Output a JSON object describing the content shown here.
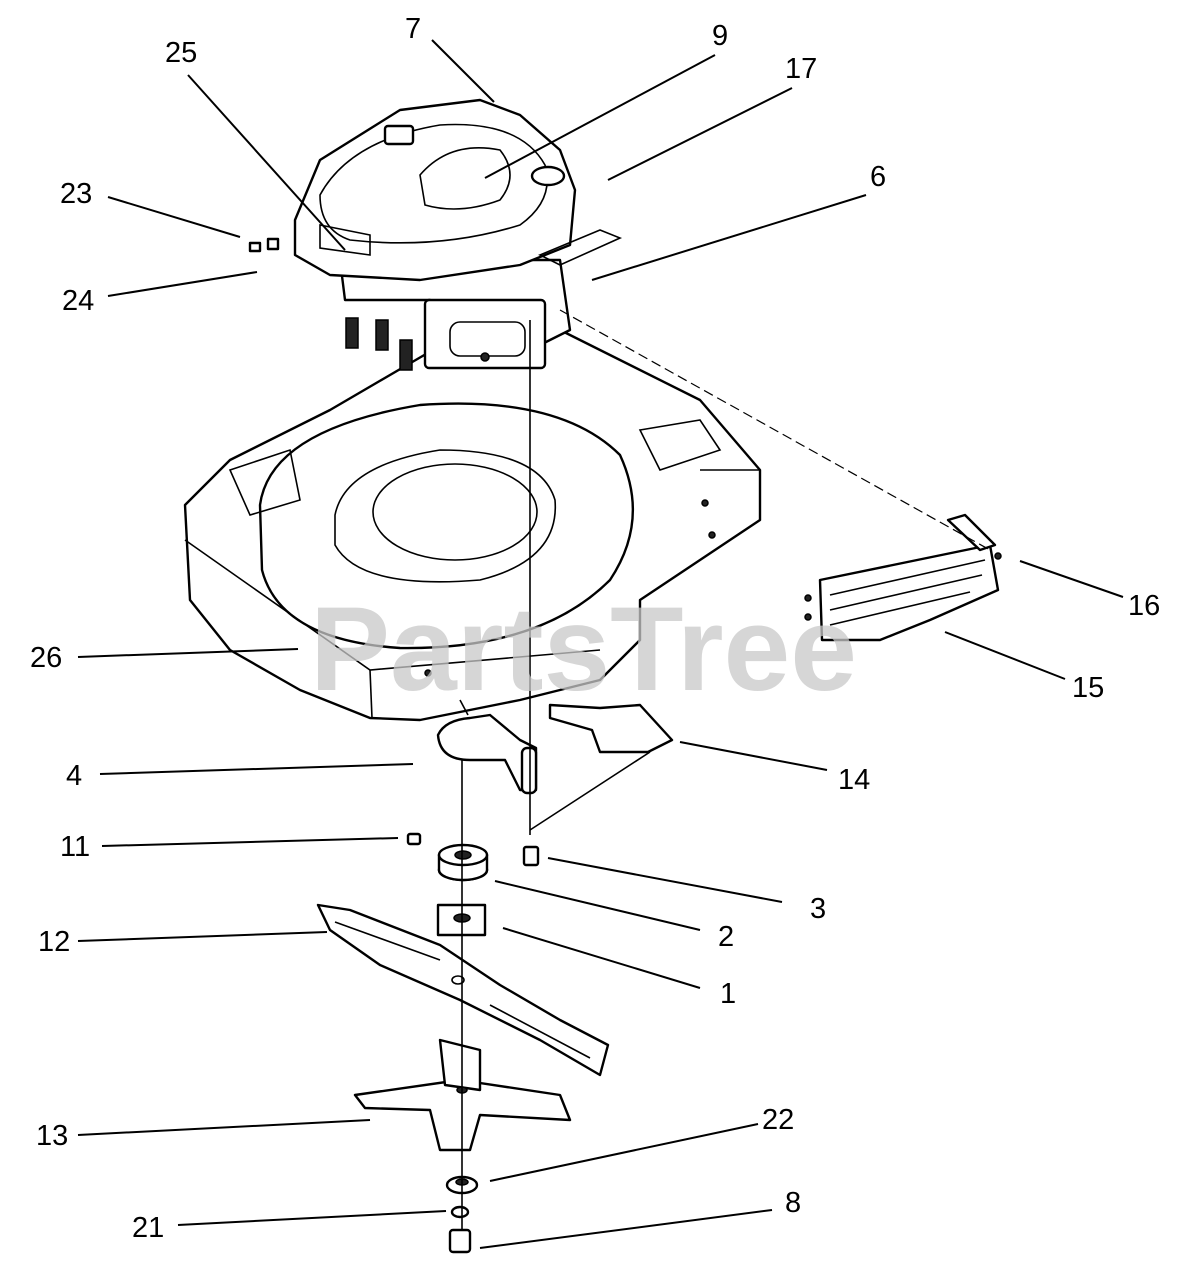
{
  "watermark": "PartsTree",
  "callouts": [
    {
      "id": "25",
      "label": "25"
    },
    {
      "id": "7",
      "label": "7"
    },
    {
      "id": "9",
      "label": "9"
    },
    {
      "id": "17",
      "label": "17"
    },
    {
      "id": "6",
      "label": "6"
    },
    {
      "id": "23",
      "label": "23"
    },
    {
      "id": "24",
      "label": "24"
    },
    {
      "id": "16",
      "label": "16"
    },
    {
      "id": "15",
      "label": "15"
    },
    {
      "id": "26",
      "label": "26"
    },
    {
      "id": "4",
      "label": "4"
    },
    {
      "id": "14",
      "label": "14"
    },
    {
      "id": "11",
      "label": "11"
    },
    {
      "id": "3",
      "label": "3"
    },
    {
      "id": "2",
      "label": "2"
    },
    {
      "id": "12",
      "label": "12"
    },
    {
      "id": "1",
      "label": "1"
    },
    {
      "id": "13",
      "label": "13"
    },
    {
      "id": "22",
      "label": "22"
    },
    {
      "id": "8",
      "label": "8"
    },
    {
      "id": "21",
      "label": "21"
    }
  ]
}
